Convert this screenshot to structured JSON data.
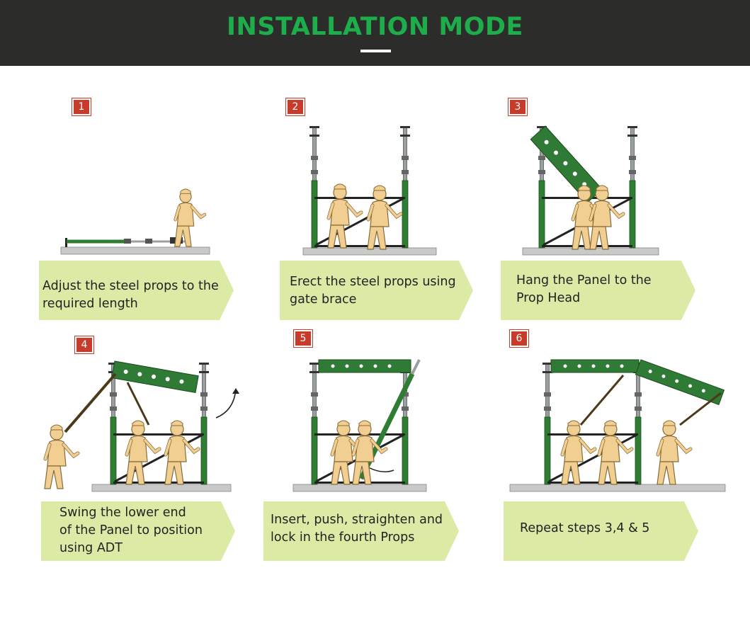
{
  "header": {
    "title": "INSTALLATION MODE"
  },
  "colors": {
    "header_bg": "#2c2d2b",
    "title_green": "#1dae4b",
    "badge_red": "#c83a2a",
    "caption_fill": "#dbeaa5",
    "prop_green": "#2e7d32",
    "panel_green": "#2f7a35",
    "figure_skin": "#f1cf93",
    "ground_gray": "#c9c9c9"
  },
  "steps": [
    {
      "number": "1",
      "caption": "Adjust the steel props to the\nrequired length"
    },
    {
      "number": "2",
      "caption": "Erect the steel props using\ngate brace"
    },
    {
      "number": "3",
      "caption": "Hang the Panel to the\nProp Head"
    },
    {
      "number": "4",
      "caption": "Swing the lower end\nof the Panel to position\nusing ADT"
    },
    {
      "number": "5",
      "caption": "Insert, push, straighten and\nlock in the fourth Props"
    },
    {
      "number": "6",
      "caption": "Repeat steps 3,4 & 5"
    }
  ]
}
